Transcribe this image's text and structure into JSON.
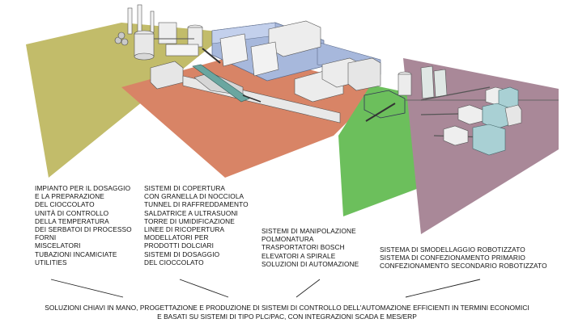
{
  "colors": {
    "zone_chocolate": "#c2bc6a",
    "zone_coating": "#d88466",
    "zone_handling": "#6cbf5c",
    "zone_packaging": "#a98898",
    "machinery_blue": "#a7b8dc",
    "machinery_grey": "#e6e6e6"
  },
  "columns": [
    {
      "lines": [
        "IMPIANTO PER IL DOSAGGIO",
        "E LA PREPARAZIONE",
        "DEL CIOCCOLATO",
        "UNITÀ DI CONTROLLO",
        "DELLA TEMPERATURA",
        "DEI SERBATOI DI PROCESSO",
        "FORNI",
        "MISCELATORI",
        "TUBAZIONI INCAMICIATE",
        "UTILITIES"
      ]
    },
    {
      "lines": [
        "SISTEMI DI COPERTURA",
        "CON GRANELLA DI NOCCIOLA",
        "TUNNEL DI RAFFREDDAMENTO",
        "SALDATRICE A ULTRASUONI",
        "TORRE DI UMIDIFICAZIONE",
        "LINEE DI RICOPERTURA",
        "MODELLATORI PER",
        "PRODOTTI DOLCIARI",
        "SISTEMI DI DOSAGGIO",
        "DEL CIOCCOLATO"
      ]
    },
    {
      "lines": [
        "SISTEMI DI MANIPOLAZIONE",
        "POLMONATURA",
        "TRASPORTATORI BOSCH",
        "ELEVATORI A SPIRALE",
        "SOLUZIONI DI AUTOMAZIONE"
      ]
    },
    {
      "lines": [
        "SISTEMA DI SMODELLAGGIO ROBOTIZZATO",
        "SISTEMA DI CONFEZIONAMENTO PRIMARIO",
        "CONFEZIONAMENTO SECONDARIO ROBOTIZZATO"
      ]
    }
  ],
  "footer": {
    "line1": "SOLUZIONI CHIAVI IN MANO, PROGETTAZIONE E PRODUZIONE DI SISTEMI DI CONTROLLO  DELL'AUTOMAZIONE EFFICIENTI IN TERMINI ECONOMICI",
    "line2": "E BASATI SU SISTEMI DI TIPO PLC/PAC, CON INTEGRAZIONI SCADA E MES/ERP"
  }
}
